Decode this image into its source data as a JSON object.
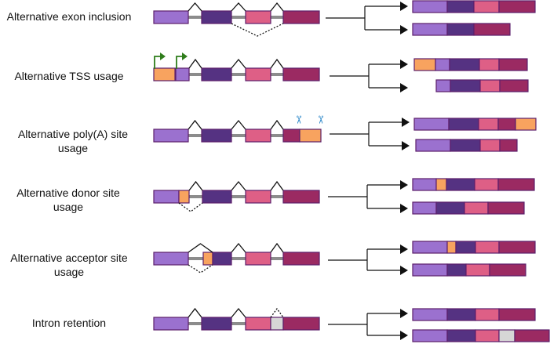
{
  "rows": [
    {
      "label": "Alternative exon inclusion"
    },
    {
      "label": "Alternative TSS usage"
    },
    {
      "label": "Alternative poly(A) site usage"
    },
    {
      "label": "Alternative donor site usage"
    },
    {
      "label": "Alternative acceptor site usage"
    },
    {
      "label": "Intron retention"
    }
  ],
  "colors": {
    "exon1": "#9b71cf",
    "exon2": "#553282",
    "exon3": "#de5f86",
    "exon4": "#9b2a62",
    "alt": "#f8a35f",
    "retained": "#d6d6d6",
    "intron": "#8c8c8c",
    "outline": "#5c1f6b",
    "arrow": "#2f7d1b",
    "scissors": "#2a86c8"
  }
}
